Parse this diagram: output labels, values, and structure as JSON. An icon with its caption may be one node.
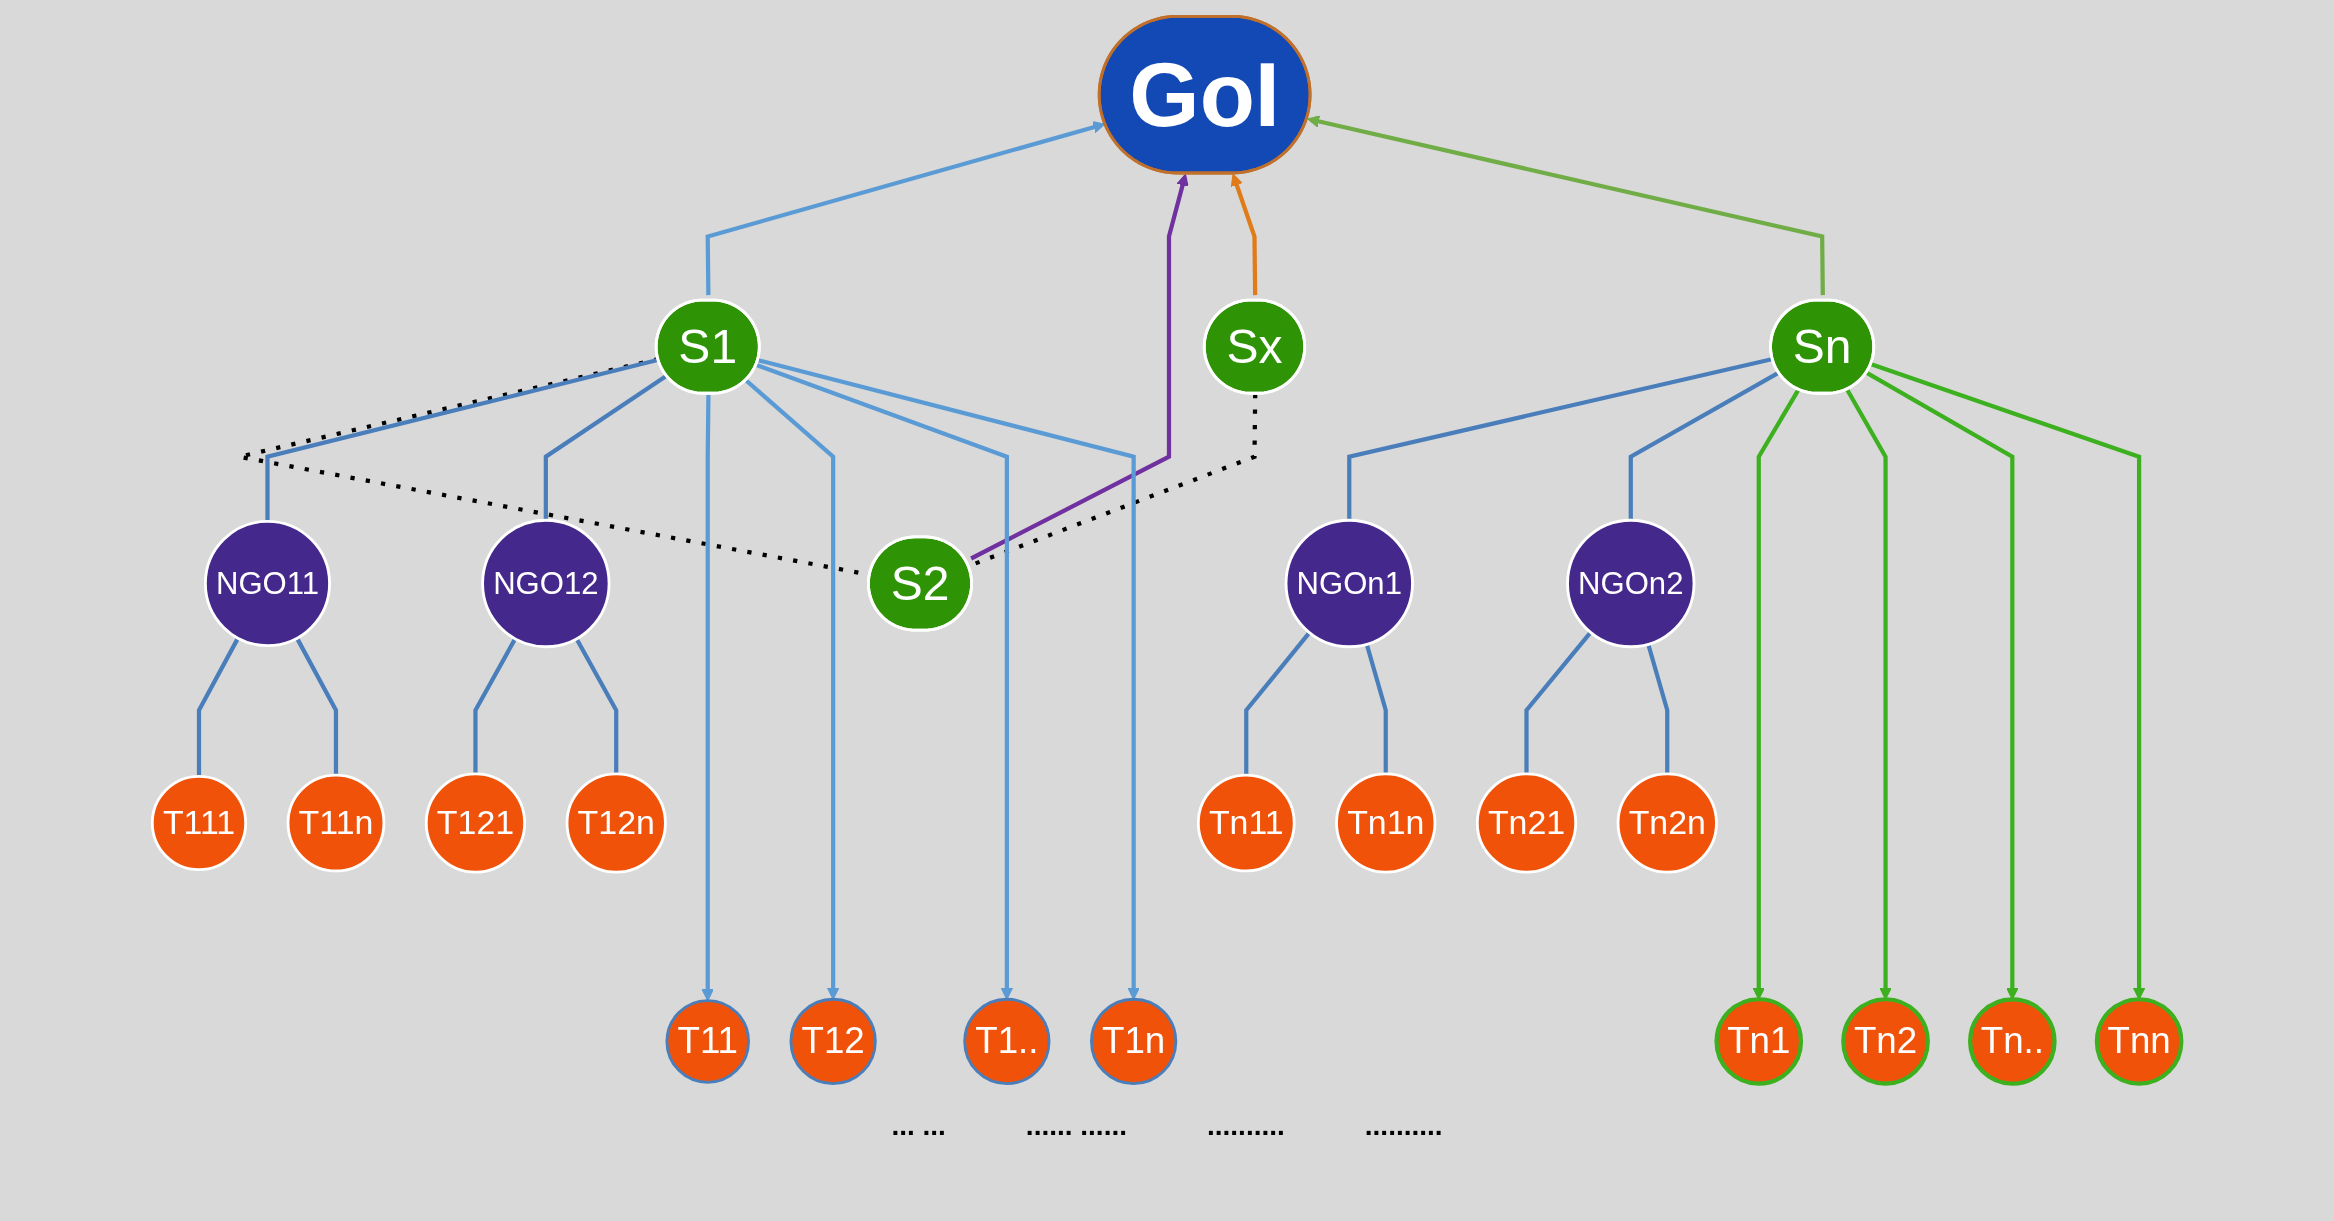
{
  "diagram": {
    "nodes": [
      {
        "text": [
          "GoI"
        ]
      },
      {
        "text": [
          "S1"
        ]
      },
      {
        "text": [
          "S2"
        ]
      },
      {
        "text": [
          "Sx"
        ]
      },
      {
        "text": [
          "Sn"
        ]
      },
      {
        "text": [
          "NGO11"
        ]
      },
      {
        "text": [
          "NGO12"
        ]
      },
      {
        "text": [
          "NGOn1"
        ]
      },
      {
        "text": [
          "NGOn2"
        ]
      },
      {
        "text": [
          "T111"
        ]
      },
      {
        "text": [
          "T11n"
        ]
      },
      {
        "text": [
          "T121"
        ]
      },
      {
        "text": [
          "T12n"
        ]
      },
      {
        "text": [
          "Tn11"
        ]
      },
      {
        "text": [
          "Tn1n"
        ]
      },
      {
        "text": [
          "Tn21"
        ]
      },
      {
        "text": [
          "Tn2n"
        ]
      },
      {
        "text": [
          "T11"
        ]
      },
      {
        "text": [
          "T12"
        ]
      },
      {
        "text": [
          "T1.."
        ]
      },
      {
        "text": [
          "T1n"
        ]
      },
      {
        "text": [
          "Tn1"
        ]
      },
      {
        "text": [
          "Tn2"
        ]
      },
      {
        "text": [
          "Tn.."
        ]
      },
      {
        "text": [
          "Tnn"
        ]
      }
    ],
    "edges": [
      {
        "from": 1,
        "to": 0,
        "arrow": "to",
        "color": "#5b9bd5"
      },
      {
        "from": 2,
        "to": 0,
        "arrow": "to",
        "color": "#7030a0"
      },
      {
        "from": 3,
        "to": 0,
        "arrow": "to",
        "color": "#e07b1a"
      },
      {
        "from": 4,
        "to": 0,
        "arrow": "to",
        "color": "#70ad47"
      },
      {
        "from": 1,
        "to": 2,
        "arrow": "none",
        "style": "dashed",
        "color": "#000000"
      },
      {
        "from": 2,
        "to": 3,
        "arrow": "none",
        "style": "dashed",
        "color": "#000000"
      },
      {
        "from": 1,
        "to": 5,
        "arrow": "none"
      },
      {
        "from": 1,
        "to": 6,
        "arrow": "none"
      },
      {
        "from": 4,
        "to": 7,
        "arrow": "none"
      },
      {
        "from": 4,
        "to": 8,
        "arrow": "none"
      },
      {
        "from": 5,
        "to": 9,
        "arrow": "none"
      },
      {
        "from": 5,
        "to": 10,
        "arrow": "none"
      },
      {
        "from": 6,
        "to": 11,
        "arrow": "none"
      },
      {
        "from": 6,
        "to": 12,
        "arrow": "none"
      },
      {
        "from": 7,
        "to": 13,
        "arrow": "none"
      },
      {
        "from": 7,
        "to": 14,
        "arrow": "none"
      },
      {
        "from": 8,
        "to": 15,
        "arrow": "none"
      },
      {
        "from": 8,
        "to": 16,
        "arrow": "none"
      },
      {
        "from": 1,
        "to": 17,
        "arrow": "to",
        "color": "#5b9bd5"
      },
      {
        "from": 1,
        "to": 18,
        "arrow": "to",
        "color": "#5b9bd5"
      },
      {
        "from": 1,
        "to": 19,
        "arrow": "to",
        "color": "#5b9bd5"
      },
      {
        "from": 1,
        "to": 20,
        "arrow": "to",
        "color": "#5b9bd5"
      },
      {
        "from": 4,
        "to": 21,
        "arrow": "to",
        "color": "#3cb01e"
      },
      {
        "from": 4,
        "to": 22,
        "arrow": "to",
        "color": "#3cb01e"
      },
      {
        "from": 4,
        "to": 23,
        "arrow": "to",
        "color": "#3cb01e"
      },
      {
        "from": 4,
        "to": 24,
        "arrow": "to",
        "color": "#3cb01e"
      }
    ],
    "labels": [
      "... ...",
      "...... ......",
      "..........",
      ".........."
    ]
  }
}
